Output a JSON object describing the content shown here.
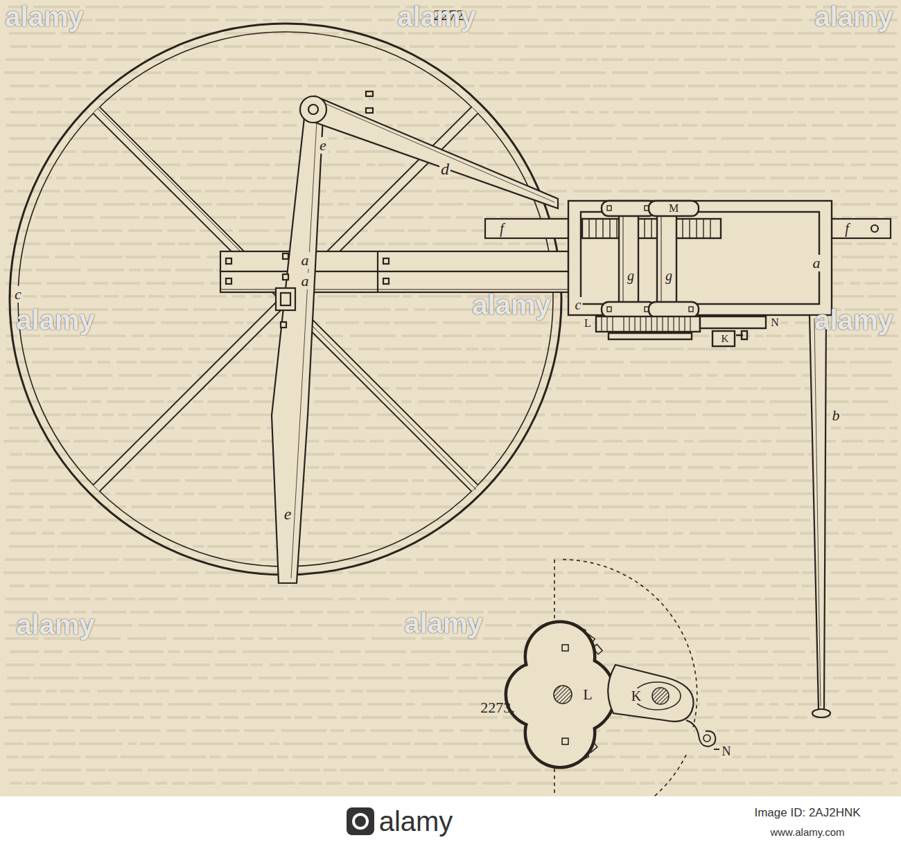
{
  "diagram": {
    "labels": [
      "2272.",
      "c",
      "d",
      "e",
      "f",
      "a",
      "a",
      "c",
      "M",
      "g",
      "g",
      "f",
      "a",
      "L",
      "N",
      "K",
      "e",
      "b",
      "2273.",
      "L",
      "K",
      "N",
      "alamy",
      "alamy",
      "alamy",
      "alamy",
      "alamy",
      "alamy",
      "alamy",
      "alamy",
      "alamy",
      "Image ID: 2AJ2HNK",
      "www.alamy.com"
    ]
  }
}
